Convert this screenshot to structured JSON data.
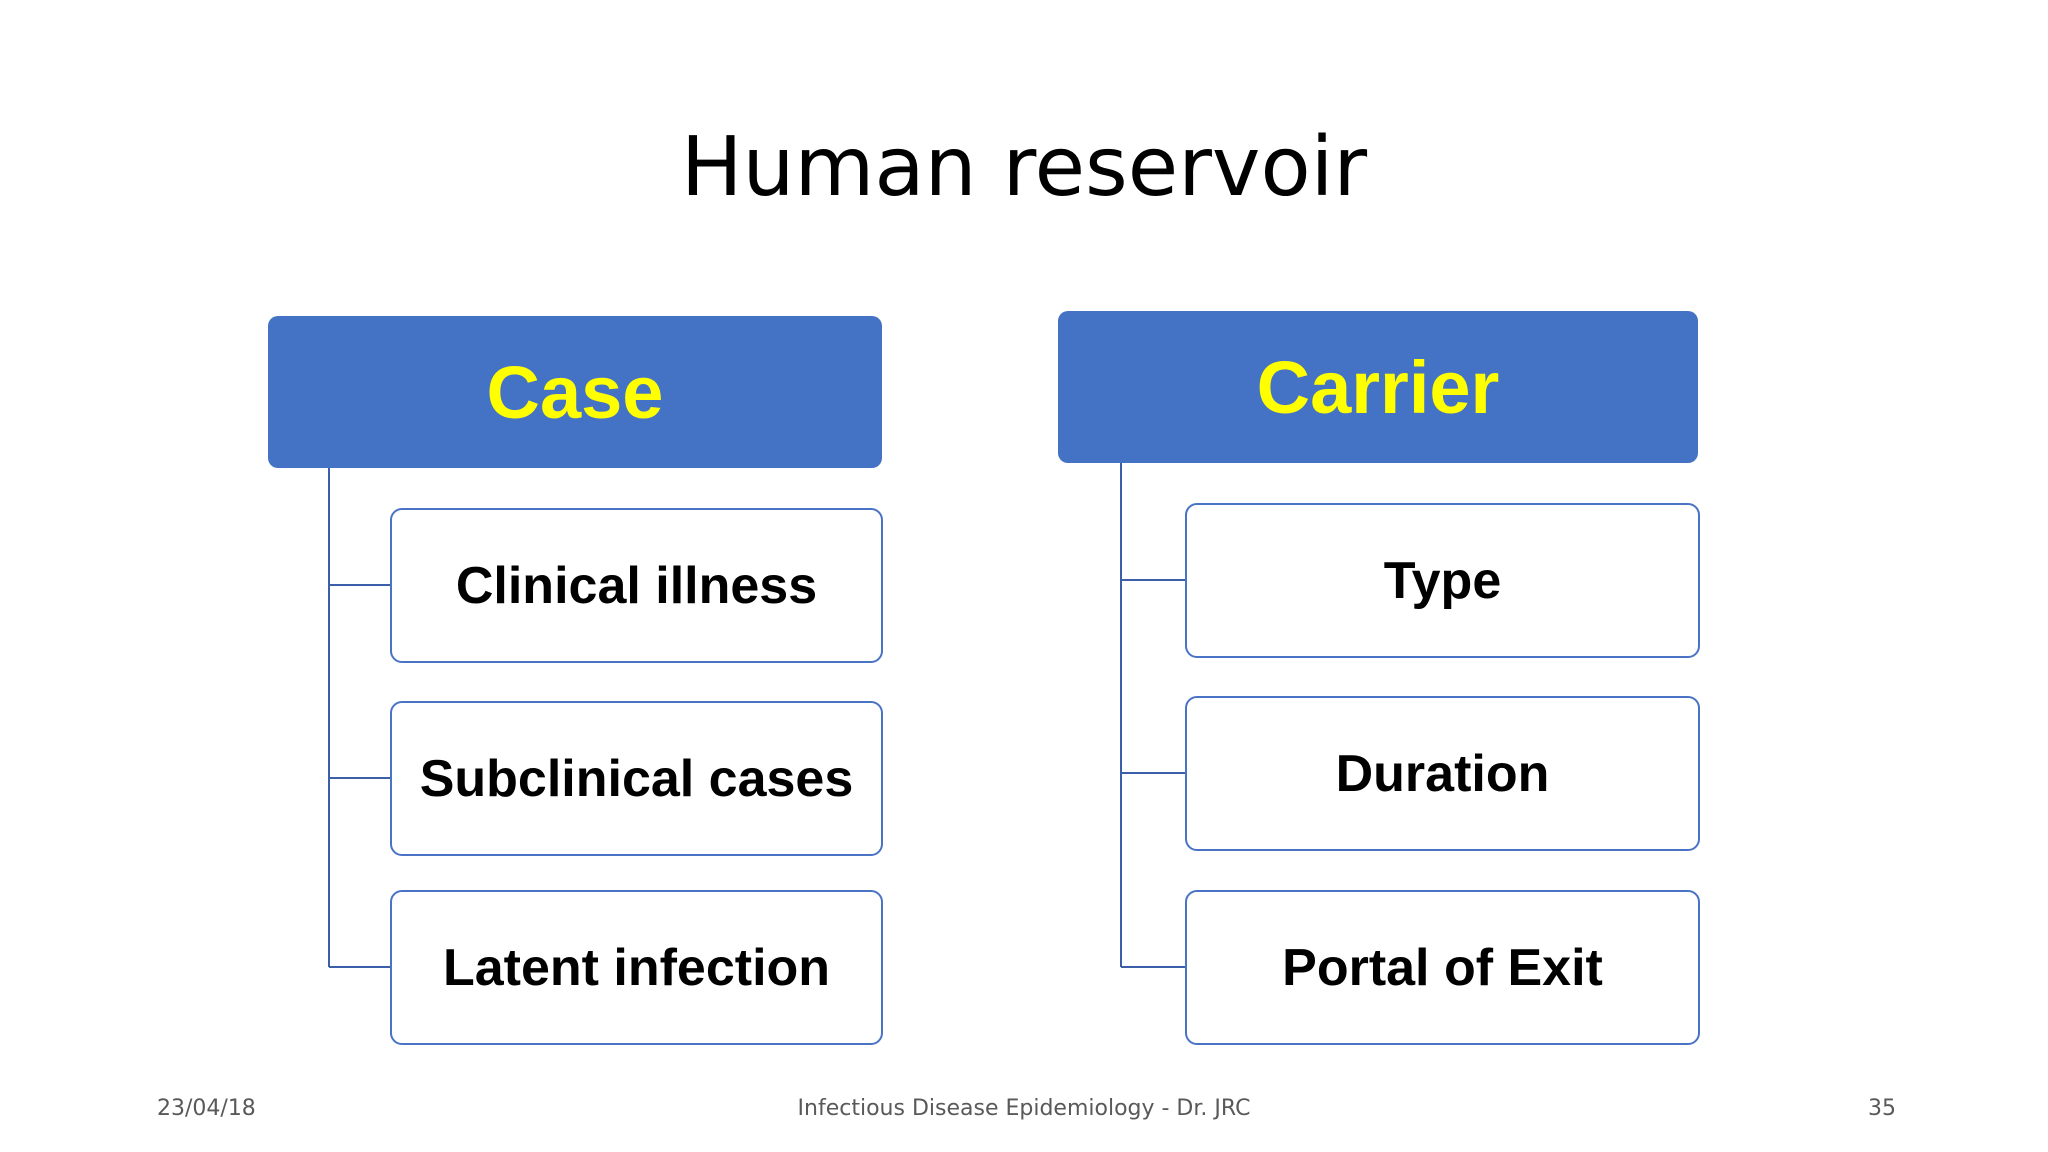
{
  "title": "Human reservoir",
  "columns": [
    {
      "header": "Case",
      "items": [
        "Clinical illness",
        "Subclinical cases",
        "Latent infection"
      ]
    },
    {
      "header": "Carrier",
      "items": [
        "Type",
        "Duration",
        "Portal of Exit"
      ]
    }
  ],
  "footer": {
    "date": "23/04/18",
    "center": "Infectious Disease Epidemiology - Dr. JRC",
    "page": "35"
  },
  "colors": {
    "header_fill": "#4472c4",
    "header_text": "#ffff00",
    "child_border": "#4a73c6",
    "connector": "#3b5fa8"
  }
}
